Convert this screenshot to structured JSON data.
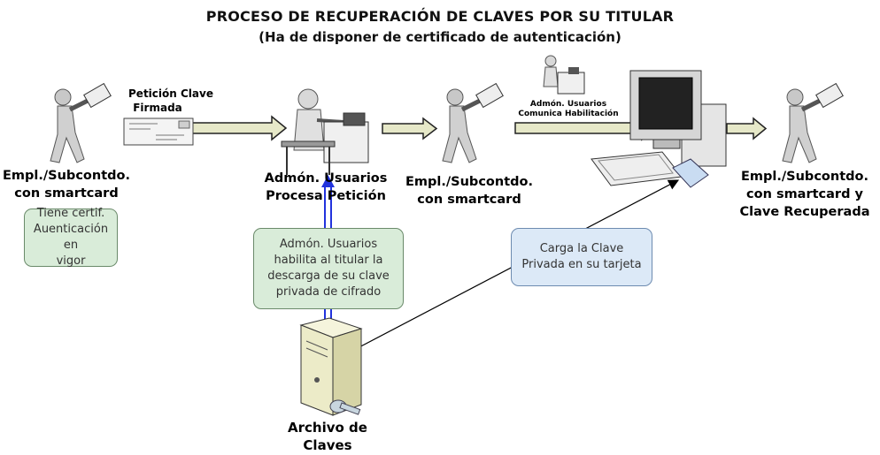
{
  "title": {
    "line1": "PROCESO DE RECUPERACIÓN DE CLAVES POR SU TITULAR",
    "line2": "(Ha de disponer de certificado de autenticación)"
  },
  "labels": {
    "actor1": [
      "Empl./Subcontdo.",
      "con smartcard"
    ],
    "admin": [
      "Admón. Usuarios",
      "Procesa Petición"
    ],
    "actor2": [
      "Empl./Subcontdo.",
      "con smartcard"
    ],
    "actor3": [
      "Empl./Subcontdo.",
      "con smartcard y",
      "Clave Recuperada"
    ],
    "archive": [
      "Archivo de",
      "Claves"
    ]
  },
  "small_labels": {
    "request": [
      "Petición Clave",
      "Firmada"
    ],
    "admin_comm": [
      "Admón. Usuarios",
      "Comunica Habilitación"
    ]
  },
  "notes": {
    "certificate": [
      "Tiene certif.",
      "Auenticación en",
      "vigor"
    ],
    "enable": [
      "Admón. Usuarios",
      "habilita al titular la",
      "descarga de su clave",
      "privada de cifrado"
    ],
    "load": [
      "Carga la Clave",
      "Privada en su tarjeta"
    ]
  },
  "colors": {
    "note_green": "#d9ecd9",
    "note_blue": "#dce9f7",
    "arrow_fill": "#e6e8c8",
    "blue_line": "#2233dd"
  }
}
